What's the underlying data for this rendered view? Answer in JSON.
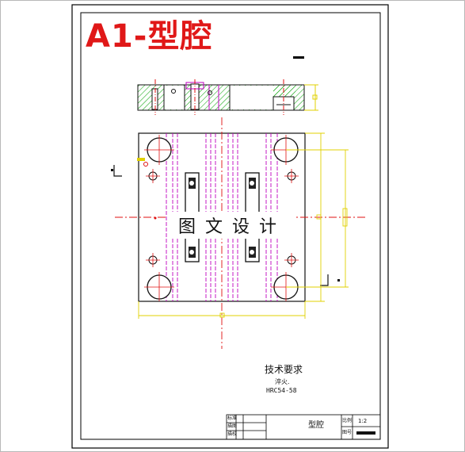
{
  "drawing": {
    "title": "A1-型腔",
    "watermark": "图文设计",
    "tech_requirements": {
      "heading": "技术要求",
      "lines": [
        "淬火.",
        "HRC54-58"
      ]
    },
    "title_block": {
      "part_name": "型腔",
      "cells_left": [
        "标准",
        "描图",
        "描校"
      ],
      "cells_right": [
        "比例",
        "图号"
      ],
      "scale": "1:2"
    },
    "colors": {
      "frame": "#000000",
      "outline": "#1a1a1a",
      "section_hatch": "#00a000",
      "centerline": "#e01010",
      "hidden_line": "#c000c0",
      "dimension": "#e0d000",
      "title": "#e01818"
    }
  }
}
